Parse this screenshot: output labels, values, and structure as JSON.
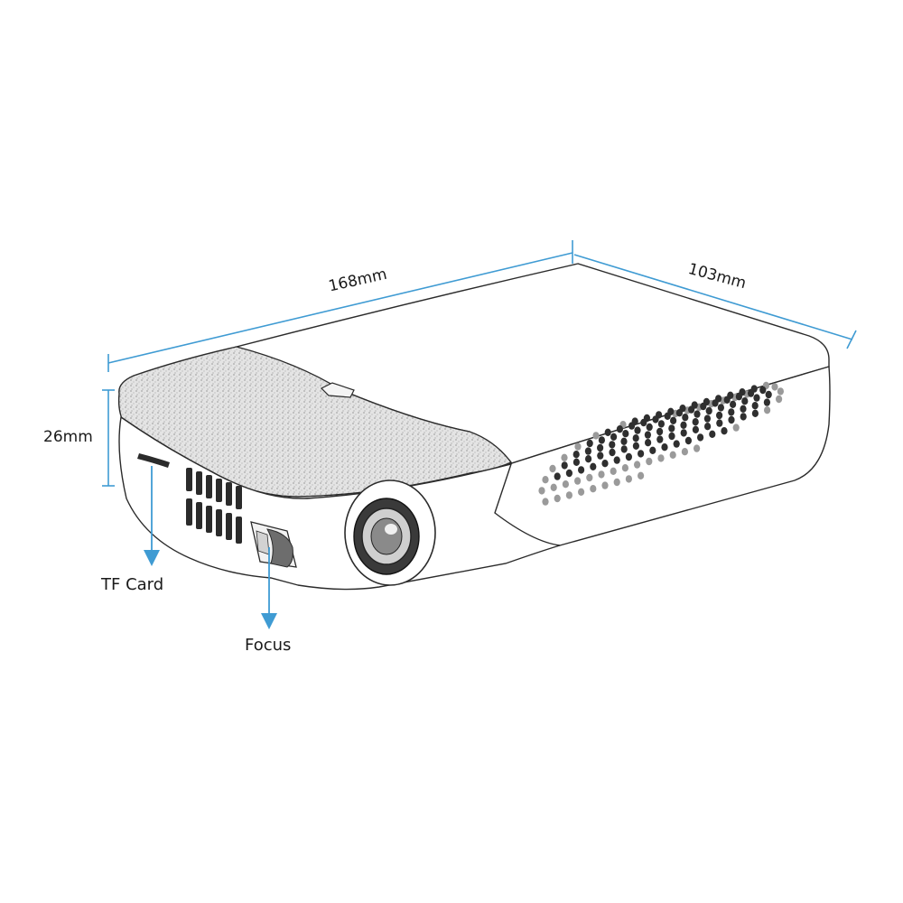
{
  "dimensions": {
    "length": "168mm",
    "width": "103mm",
    "height": "26mm"
  },
  "callouts": {
    "tf_card": "TF Card",
    "focus": "Focus"
  },
  "colors": {
    "dimension_line": "#3f9bd3",
    "outline": "#2b2b2b",
    "texture": "#d9d9d9"
  }
}
